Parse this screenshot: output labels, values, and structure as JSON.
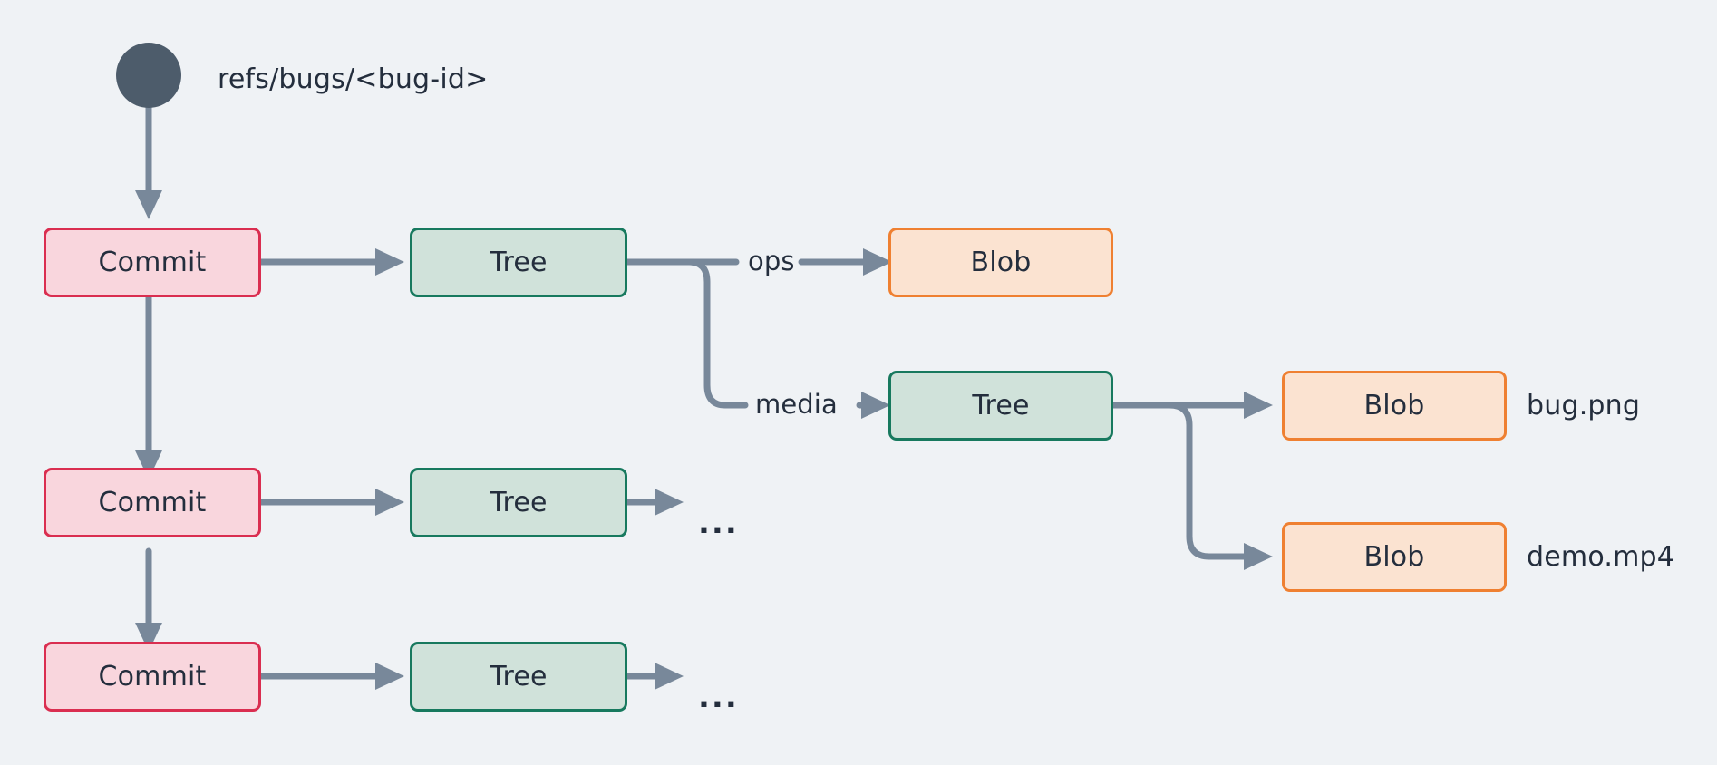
{
  "diagram": {
    "title_label": "refs/bugs/<bug-id>",
    "background_color": "#eff2f5",
    "edge_color": "#78889a",
    "ref_dot_color": "#4d5c6b",
    "node_types": {
      "commit": {
        "label": "Commit",
        "fill": "#f9d6dd",
        "stroke": "#da2e50"
      },
      "tree": {
        "label": "Tree",
        "fill": "#d0e2da",
        "stroke": "#17795e"
      },
      "blob": {
        "label": "Blob",
        "fill": "#fbe3d1",
        "stroke": "#ef8031"
      }
    },
    "nodes": {
      "commit_1": "Commit",
      "commit_2": "Commit",
      "commit_3": "Commit",
      "tree_1": "Tree",
      "tree_2": "Tree",
      "tree_3": "Tree",
      "tree_media": "Tree",
      "blob_ops": "Blob",
      "blob_bug_png": "Blob",
      "blob_demo_mp4": "Blob"
    },
    "edge_labels": {
      "ops": "ops",
      "media": "media"
    },
    "file_labels": {
      "bug_png": "bug.png",
      "demo_mp4": "demo.mp4"
    },
    "ellipsis": {
      "tree_2": "...",
      "tree_3": "..."
    }
  }
}
